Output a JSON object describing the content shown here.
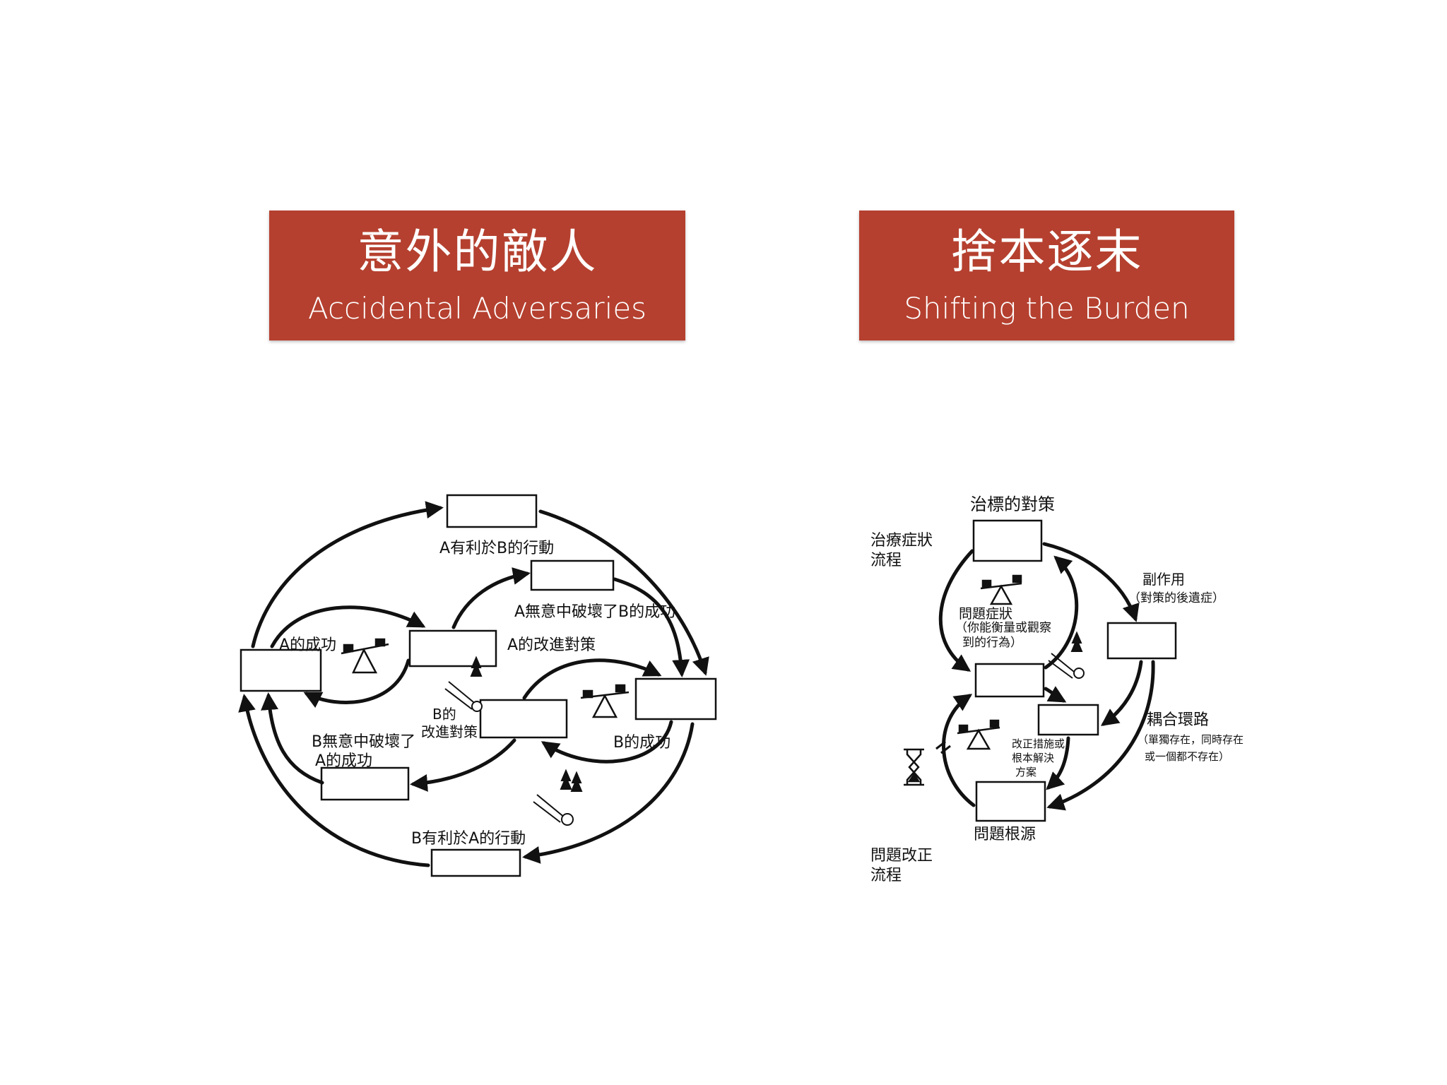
{
  "cards": {
    "left": {
      "title_cn": "意外的敵人",
      "title_en": "Accidental Adversaries"
    },
    "right": {
      "title_cn": "捨本逐末",
      "title_en": "Shifting the Burden"
    }
  },
  "left_diagram": {
    "labels": {
      "a_helps_b": "A有利於B的行動",
      "a_undermines_b": "A無意中破壞了B的成功",
      "a_success": "A的成功",
      "a_corrective": "A的改進對策",
      "b_corrective_1": "B的",
      "b_corrective_2": "改進對策",
      "b_success": "B的成功",
      "b_undermines_a_1": "B無意中破壞了",
      "b_undermines_a_2": "A的成功",
      "b_helps_a": "B有利於A的行動"
    }
  },
  "right_diagram": {
    "labels": {
      "symptomatic_solution": "治標的對策",
      "symptom_process_1": "治療症狀",
      "symptom_process_2": "流程",
      "side_effect_1": "副作用",
      "side_effect_2": "（對策的後遺症）",
      "problem_symptom_1": "問題症狀",
      "problem_symptom_2": "（你能衡量或觀察",
      "problem_symptom_3": "到的行為）",
      "coupled_loop_1": "耦合環路",
      "coupled_loop_2": "（單獨存在，同時存在",
      "coupled_loop_3": "或一個都不存在）",
      "fundamental_1": "改正措施或",
      "fundamental_2": "根本解決",
      "fundamental_3": "方案",
      "root_cause": "問題根源",
      "correction_process_1": "問題改正",
      "correction_process_2": "流程"
    }
  }
}
